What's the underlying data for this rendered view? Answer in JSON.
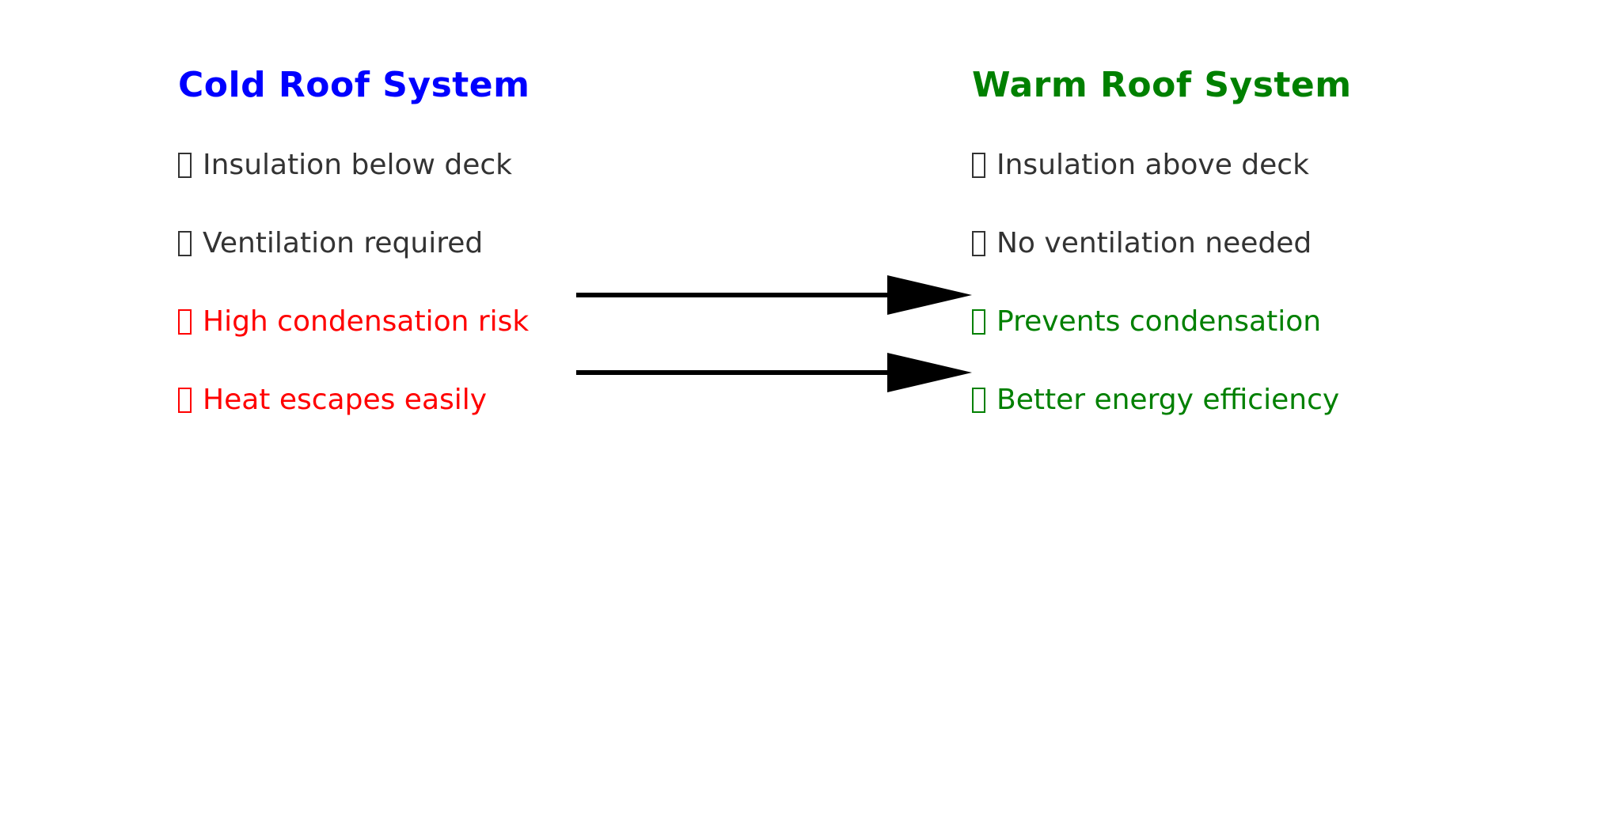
{
  "diagram": {
    "background": "#ffffff",
    "left": {
      "title": "Cold Roof System",
      "title_color": "#0000ff",
      "items": [
        {
          "text": "Insulation below deck",
          "color": "#333333"
        },
        {
          "text": "Ventilation required",
          "color": "#333333"
        },
        {
          "text": "High condensation risk",
          "color": "#ff0000"
        },
        {
          "text": "Heat escapes easily",
          "color": "#ff0000"
        }
      ]
    },
    "right": {
      "title": "Warm Roof System",
      "title_color": "#008000",
      "items": [
        {
          "text": "Insulation above deck",
          "color": "#333333"
        },
        {
          "text": "No ventilation needed",
          "color": "#333333"
        },
        {
          "text": "Prevents condensation",
          "color": "#008000"
        },
        {
          "text": "Better energy efficiency",
          "color": "#008000"
        }
      ]
    },
    "arrows": {
      "color": "#000000"
    }
  }
}
